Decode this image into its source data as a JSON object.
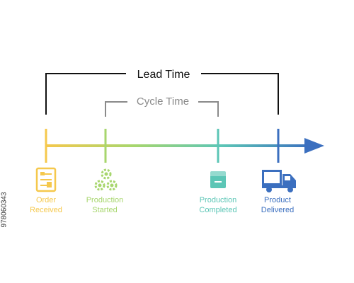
{
  "brackets": {
    "lead_time": {
      "label": "Lead Time",
      "color": "#111111"
    },
    "cycle_time": {
      "label": "Cycle Time",
      "color": "#8a8a8a"
    }
  },
  "milestones": [
    {
      "icon": "clipboard-icon",
      "line1": "Order",
      "line2": "Received",
      "color": "#f5c84c"
    },
    {
      "icon": "gears-icon",
      "line1": "Production",
      "line2": "Started",
      "color": "#a7d66d"
    },
    {
      "icon": "box-icon",
      "line1": "Production",
      "line2": "Completed",
      "color": "#5cc6b6"
    },
    {
      "icon": "truck-icon",
      "line1": "Product",
      "line2": "Delivered",
      "color": "#3b6fbf"
    }
  ],
  "timeline": {
    "arrow_color": "#3b6fbf",
    "gradient": [
      "#f5c84c",
      "#a7d66d",
      "#5cc6b6",
      "#3b6fbf"
    ]
  },
  "stock_id": "978060343"
}
